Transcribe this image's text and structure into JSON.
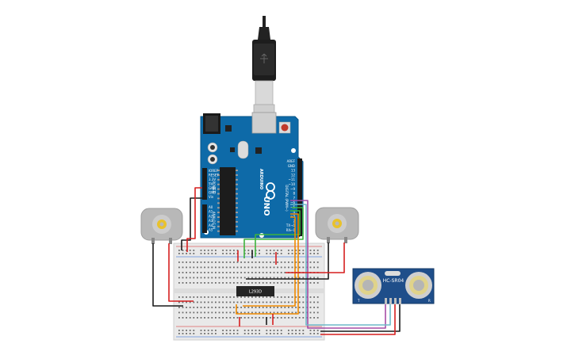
{
  "components": {
    "arduino": {
      "brand": "ARDUINO",
      "model": "UNO",
      "header_labels": [
        "AREF",
        "GND",
        "13",
        "12",
        "~11",
        "~10",
        "~9",
        "8",
        "7",
        "~6",
        "~5",
        "4",
        "~3",
        "2",
        "TX→1",
        "RX←0"
      ],
      "power_labels": [
        "IOREF",
        "RESET",
        "3.3V",
        "5V",
        "GND",
        "GND",
        "Vin"
      ],
      "analog_labels": [
        "A0",
        "A1",
        "A2",
        "A3",
        "A4",
        "A5"
      ],
      "power_group_label": "POWER",
      "analog_group_label": "ANALOG IN",
      "digital_group_label": "DIGITAL (PWM~)"
    },
    "driver_chip": {
      "label": "L293D"
    },
    "sensor": {
      "label": "HC-SR04",
      "left_mark": "T",
      "right_mark": "R"
    },
    "motors": [
      "DC motor left",
      "DC motor right"
    ]
  },
  "colors": {
    "board_blue": "#0e6aa8",
    "usb_black": "#222222",
    "breadboard": "#e8e8e8",
    "wire_red": "#d61f1f",
    "wire_black": "#1a1a1a",
    "wire_green": "#3db33d",
    "wire_orange": "#f08a00",
    "wire_purple": "#a64ca6",
    "wire_teal": "#6fb9c9",
    "motor_gray": "#b8b8b8",
    "motor_yellow": "#e9c22b",
    "sensor_blue": "#1f4e8a"
  }
}
